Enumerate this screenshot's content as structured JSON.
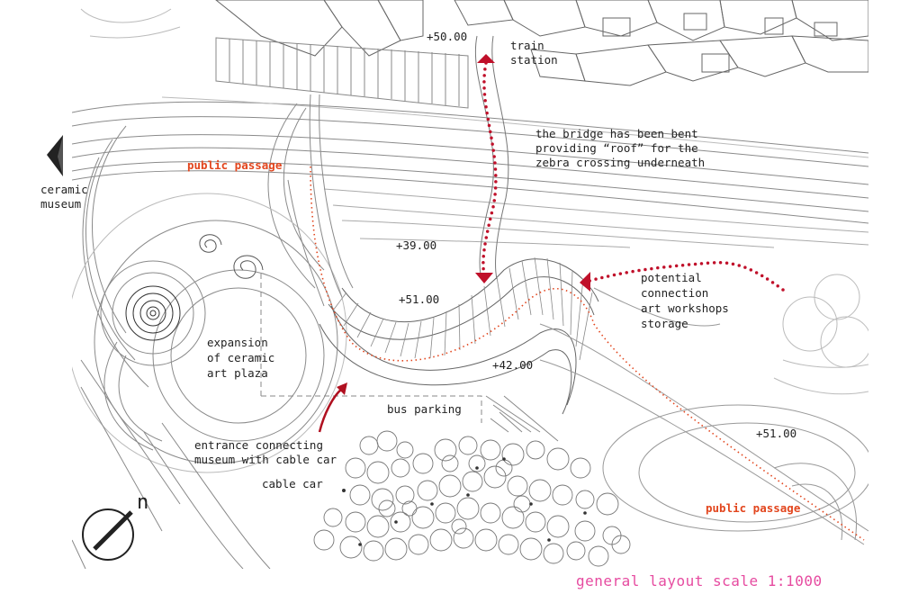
{
  "labels": {
    "train_station": "train\nstation",
    "bridge_note": "the bridge has been bent\nproviding “roof” for the\nzebra crossing underneath",
    "public_passage_top": "public passage",
    "public_passage_bottom": "public passage",
    "ceramic_museum": "ceramic\nmuseum",
    "potential_connection": "potential\nconnection\nart workshops\nstorage",
    "expansion_plaza": "expansion\nof ceramic\nart plaza",
    "bus_parking": "bus parking",
    "entrance_note": "entrance connecting\nmuseum with cable car",
    "cable_car": "cable car",
    "north": "n",
    "caption": "general layout scale 1:1000"
  },
  "elevations": [
    "+50.00",
    "+39.00",
    "+51.00",
    "+42.00",
    "+51.00"
  ],
  "colors": {
    "line": "#9a9a9a",
    "dark_line": "#555555",
    "red_route": "#c0102a",
    "orange_passage": "#e2461e",
    "caption": "#e64ba0"
  },
  "icons": [
    "north-arrow-icon",
    "direction-arrow-icon"
  ]
}
